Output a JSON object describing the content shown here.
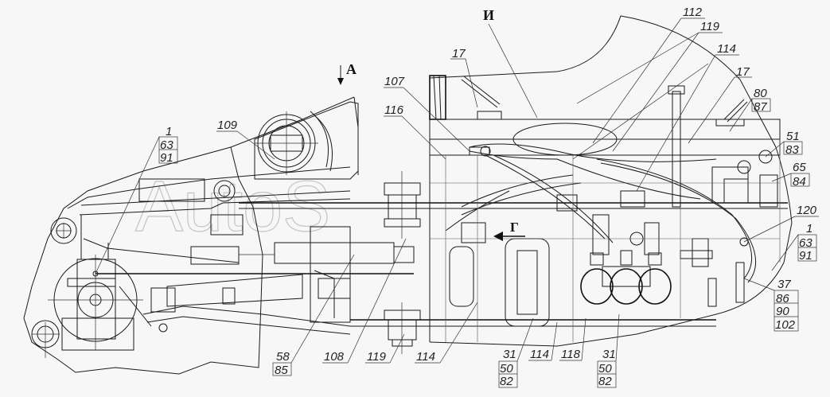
{
  "diagram": {
    "type": "technical assembly drawing",
    "subject": "vehicle chassis pneumatic/hydraulic lines installation",
    "watermark": "AutoS",
    "view_markers": {
      "view_a": "А",
      "view_i": "И",
      "view_g": "Г"
    },
    "callouts": {
      "c_1_63_91_left": [
        "1",
        "63",
        "91"
      ],
      "c_109": [
        "109"
      ],
      "c_107": [
        "107"
      ],
      "c_116": [
        "116"
      ],
      "c_17_left": [
        "17"
      ],
      "c_112": [
        "112"
      ],
      "c_119_top": [
        "119"
      ],
      "c_114_top": [
        "114"
      ],
      "c_17_right": [
        "17"
      ],
      "c_80_87": [
        "80",
        "87"
      ],
      "c_51_83": [
        "51",
        "83"
      ],
      "c_65_84": [
        "65",
        "84"
      ],
      "c_120": [
        "120"
      ],
      "c_1_63_91_right": [
        "1",
        "63",
        "91"
      ],
      "c_37_86_90_102": [
        "37",
        "86",
        "90",
        "102"
      ],
      "c_58_85": [
        "58",
        "85"
      ],
      "c_108": [
        "108"
      ],
      "c_119_bottom": [
        "119"
      ],
      "c_114_bottom_left": [
        "114"
      ],
      "c_31_50_82_left": [
        "31",
        "50",
        "82"
      ],
      "c_114_bottom_right": [
        "114"
      ],
      "c_118": [
        "118"
      ],
      "c_31_50_82_right": [
        "31",
        "50",
        "82"
      ]
    }
  }
}
